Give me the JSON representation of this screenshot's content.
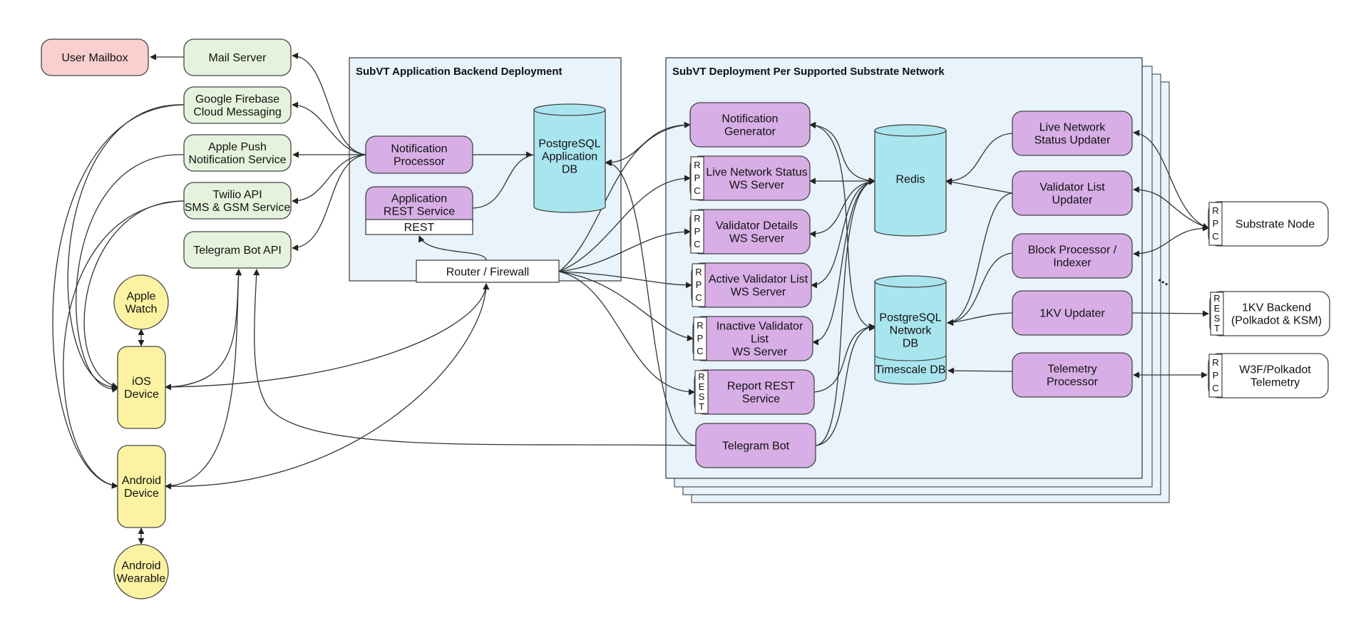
{
  "colors": {
    "mailbox": "#f9cfcf",
    "external_service": "#e6f3dc",
    "device": "#fcf3a2",
    "component": "#d8aee6",
    "database": "#a9e5ef",
    "deployment": "#e8f3fc"
  },
  "groups": {
    "app_backend": "SubVT Application Backend Deployment",
    "network": "SubVT Deployment Per Supported Substrate Network"
  },
  "nodes": {
    "user_mailbox": [
      "User Mailbox"
    ],
    "mail_server": [
      "Mail Server"
    ],
    "firebase": [
      "Google Firebase",
      "Cloud Messaging"
    ],
    "apple_push": [
      "Apple Push",
      "Notification Service"
    ],
    "twilio": [
      "Twilio API",
      "SMS & GSM Service"
    ],
    "telegram_api": [
      "Telegram Bot API"
    ],
    "apple_watch": [
      "Apple",
      "Watch"
    ],
    "ios": [
      "iOS",
      "Device"
    ],
    "android": [
      "Android",
      "Device"
    ],
    "android_wearable": [
      "Android",
      "Wearable"
    ],
    "notification_processor": [
      "Notification",
      "Processor"
    ],
    "app_rest": [
      "Application",
      "REST Service"
    ],
    "app_db": [
      "PostgreSQL",
      "Application",
      "DB"
    ],
    "router": [
      "Router / Firewall"
    ],
    "notification_generator": [
      "Notification",
      "Generator"
    ],
    "live_status_ws": [
      "Live Network Status",
      "WS Server"
    ],
    "validator_details_ws": [
      "Validator Details",
      "WS Server"
    ],
    "active_list_ws": [
      "Active Validator List",
      "WS Server"
    ],
    "inactive_list_ws": [
      "Inactive Validator",
      "List",
      "WS Server"
    ],
    "report_rest": [
      "Report REST",
      "Service"
    ],
    "telegram_bot": [
      "Telegram Bot"
    ],
    "redis": [
      "Redis"
    ],
    "network_db": [
      "PostgreSQL",
      "Network",
      "DB"
    ],
    "timescale": [
      "Timescale DB"
    ],
    "live_updater": [
      "Live Network",
      "Status Updater"
    ],
    "validator_list_updater": [
      "Validator List",
      "Updater"
    ],
    "block_processor": [
      "Block Processor /",
      "Indexer"
    ],
    "onekv_updater": [
      "1KV Updater"
    ],
    "telemetry_processor": [
      "Telemetry",
      "Processor"
    ],
    "substrate_node": [
      "Substrate Node"
    ],
    "onekv_backend": [
      "1KV Backend",
      "(Polkadot & KSM)"
    ],
    "w3f_telemetry": [
      "W3F/Polkadot",
      "Telemetry"
    ]
  },
  "port_tags": {
    "rest": "REST",
    "rpc": "RPC"
  },
  "ellipsis": "..."
}
